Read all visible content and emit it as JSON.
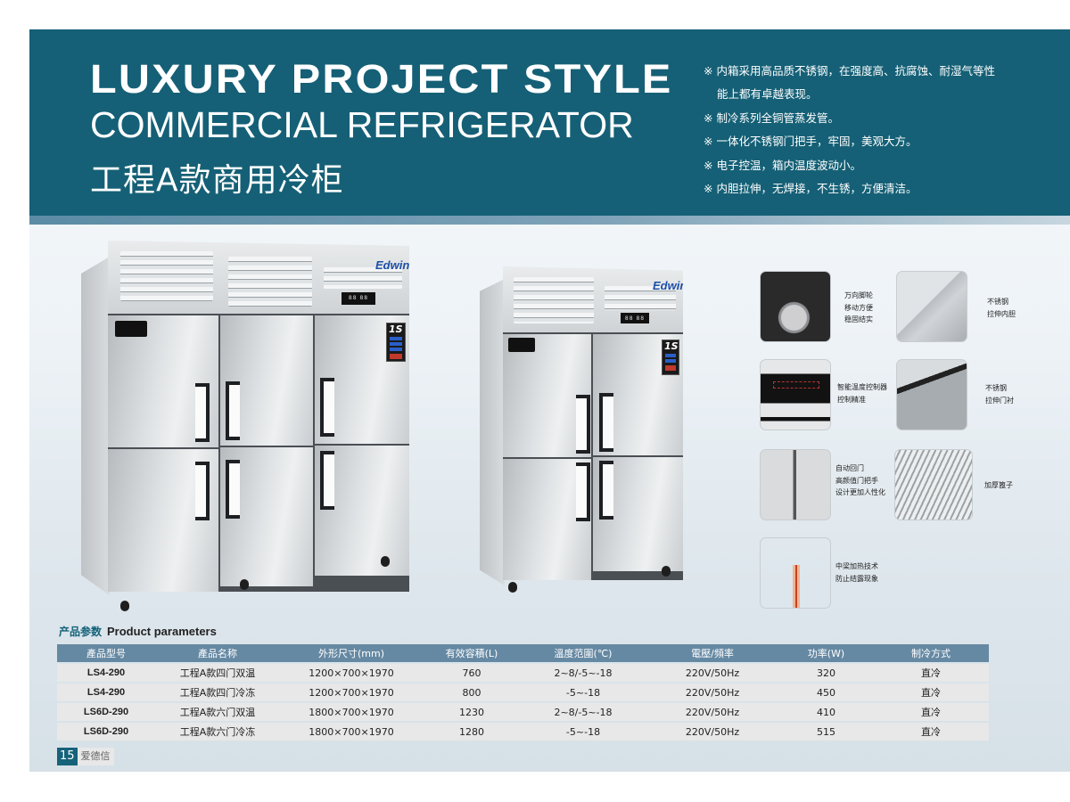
{
  "header": {
    "title_line1": "LUXURY PROJECT STYLE",
    "title_line2": "COMMERCIAL REFRIGERATOR",
    "title_line3": "工程A款商用冷柜",
    "bg_color": "#156076"
  },
  "features": [
    "※ 内箱采用高品质不锈钢，在强度高、抗腐蚀、耐湿气等性",
    "能上都有卓越表现。",
    "※ 制冷系列全铜管蒸发管。",
    "※ 一体化不锈钢门把手，牢固，美观大方。",
    "※ 电子控温，箱内温度波动小。",
    "※ 内胆拉伸，无焊接，不生锈，方便清洁。"
  ],
  "products": {
    "six_door": {
      "brand_logo": "Edwin",
      "badge": "1S",
      "doors": 6
    },
    "four_door": {
      "brand_logo": "Edwin",
      "badge": "1S",
      "doors": 4
    }
  },
  "detail_features": [
    {
      "image": "caster-wheel",
      "lines": [
        "万向脚轮",
        "移动方便",
        "稳固结实"
      ]
    },
    {
      "image": "stainless-liner",
      "lines": [
        "不锈钢",
        "拉伸内胆"
      ]
    },
    {
      "image": "control-panel",
      "lines": [
        "智能温度控制器",
        "控制精准"
      ]
    },
    {
      "image": "door-seal",
      "lines": [
        "不锈钢",
        "拉伸门衬"
      ]
    },
    {
      "image": "door-handle",
      "lines": [
        "自动回门",
        "高颜值门把手",
        "设计更加人性化"
      ]
    },
    {
      "image": "shelf-rack",
      "lines": [
        "加厚篦子"
      ]
    },
    {
      "image": "heated-mullion",
      "lines": [
        "中梁加热技术",
        "防止结露现象"
      ]
    }
  ],
  "params": {
    "title_cn": "产品参数",
    "title_en": "Product parameters",
    "columns": [
      "產品型号",
      "產品名称",
      "外形尺寸(mm)",
      "有效容積(L)",
      "溫度范圍(℃)",
      "電壓/頻率",
      "功率(W)",
      "制冷方式"
    ],
    "rows": [
      [
        "LS4-290",
        "工程A款四门双温",
        "1200×700×1970",
        "760",
        "2~8/-5~-18",
        "220V/50Hz",
        "320",
        "直冷"
      ],
      [
        "LS4-290",
        "工程A款四门冷冻",
        "1200×700×1970",
        "800",
        "-5~-18",
        "220V/50Hz",
        "450",
        "直冷"
      ],
      [
        "LS6D-290",
        "工程A款六门双温",
        "1800×700×1970",
        "1230",
        "2~8/-5~-18",
        "220V/50Hz",
        "410",
        "直冷"
      ],
      [
        "LS6D-290",
        "工程A款六门冷冻",
        "1800×700×1970",
        "1280",
        "-5~-18",
        "220V/50Hz",
        "515",
        "直冷"
      ]
    ]
  },
  "footer": {
    "page_number": "15",
    "brand": "爱德信"
  }
}
